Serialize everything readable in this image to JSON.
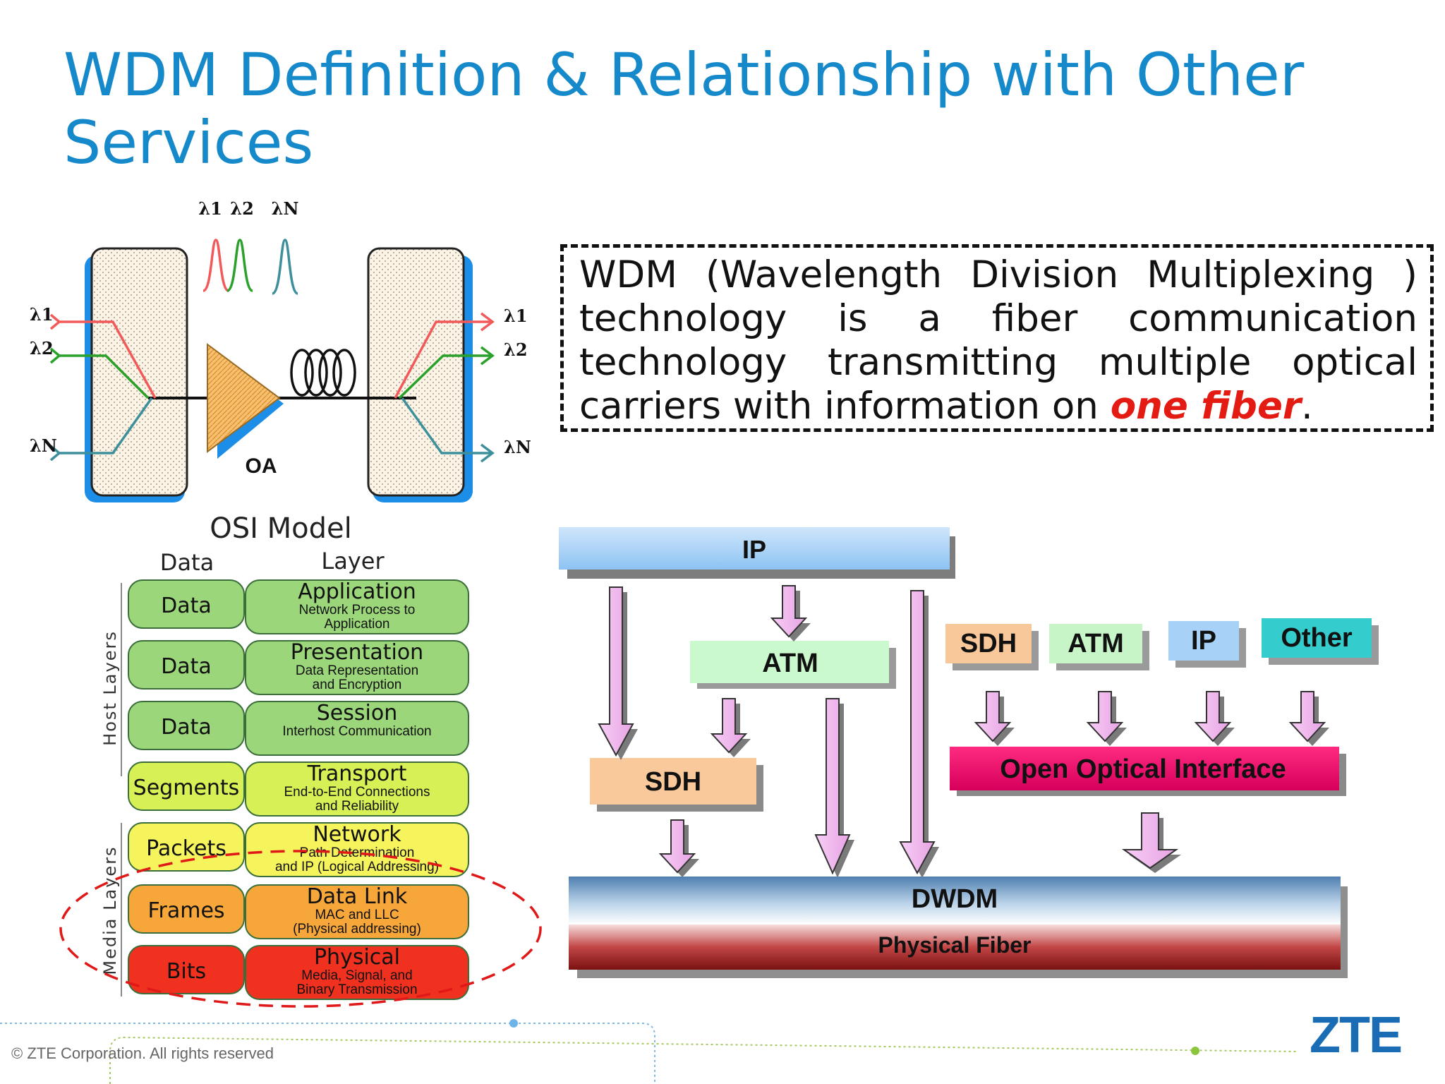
{
  "slide": {
    "title_line1": "WDM Definition & Relationship with Other",
    "title_line2": "Services"
  },
  "definition": {
    "text_before": "WDM (Wavelength Division Multiplexing ) technology is a fiber communication technology transmitting multiple optical carriers with information on ",
    "highlight": "one fiber",
    "text_after": "."
  },
  "wdm_diagram": {
    "peaks": [
      "λ1",
      "λ2",
      "λN"
    ],
    "inputs": [
      "λ1",
      "λ2",
      "λN"
    ],
    "outputs": [
      "λ1",
      "λ2",
      "λN"
    ],
    "amplifier_label": "OA",
    "colors": {
      "lambda1": "#f25a5a",
      "lambda2": "#2aa12a",
      "lambdaN": "#3d8f9c"
    }
  },
  "osi": {
    "title": "OSI Model",
    "col_data": "Data",
    "col_layer": "Layer",
    "group_host": "Host Layers",
    "group_media": "Media Layers",
    "layers": [
      {
        "data": "Data",
        "name": "Application",
        "desc1": "Network Process to",
        "desc2": "Application",
        "color": "#9cd67a"
      },
      {
        "data": "Data",
        "name": "Presentation",
        "desc1": "Data Representation",
        "desc2": "and Encryption",
        "color": "#9cd67a"
      },
      {
        "data": "Data",
        "name": "Session",
        "desc1": "Interhost Communication",
        "desc2": "",
        "color": "#9cd67a"
      },
      {
        "data": "Segments",
        "name": "Transport",
        "desc1": "End-to-End Connections",
        "desc2": "and Reliability",
        "color": "#d6f055"
      },
      {
        "data": "Packets",
        "name": "Network",
        "desc1": "Path Determination",
        "desc2": "and IP (Logical Addressing)",
        "color": "#f6f45c"
      },
      {
        "data": "Frames",
        "name": "Data Link",
        "desc1": "MAC and LLC",
        "desc2": "(Physical addressing)",
        "color": "#f7a73a"
      },
      {
        "data": "Bits",
        "name": "Physical",
        "desc1": "Media, Signal, and",
        "desc2": "Binary Transmission",
        "color": "#f1311f"
      }
    ]
  },
  "stack": {
    "ip": "IP",
    "atm": "ATM",
    "sdh": "SDH",
    "dwdm": "DWDM",
    "fiber": "Physical Fiber",
    "ooi": "Open Optical Interface",
    "clients": [
      {
        "label": "SDH",
        "color": "#f9c89a"
      },
      {
        "label": "ATM",
        "color": "#c8f5c8"
      },
      {
        "label": "IP",
        "color": "#a8d1f7"
      },
      {
        "label": "Other",
        "color": "#34cccc"
      }
    ]
  },
  "footer": {
    "copyright": "© ZTE Corporation. All rights reserved",
    "logo": "ZTE"
  }
}
